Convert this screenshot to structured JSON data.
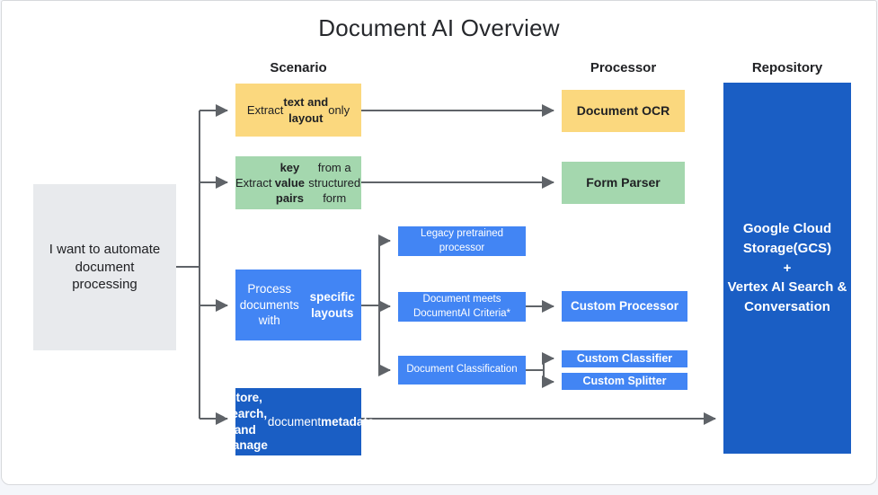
{
  "title": "Document AI Overview",
  "columns": {
    "scenario": "Scenario",
    "processor": "Processor",
    "repository": "Repository"
  },
  "colors": {
    "scenario_yellow": "#FBD87E",
    "scenario_green": "#A4D7AE",
    "medium_blue": "#4285F4",
    "dark_blue": "#1A5EC4",
    "gray_box": "#E8EAED",
    "connector_gray": "#5F6368"
  },
  "nodes": {
    "start": {
      "label": "I want to automate\ndocument\nprocessing"
    },
    "extract_text": {
      "rich": [
        {
          "t": "Extract "
        },
        {
          "t": "text and\nlayout",
          "b": true
        },
        {
          "t": " only"
        }
      ]
    },
    "extract_kv": {
      "rich": [
        {
          "t": "Extract "
        },
        {
          "t": "key value\npairs",
          "b": true
        },
        {
          "t": " from a\nstructured form"
        }
      ]
    },
    "specific_layouts": {
      "rich": [
        {
          "t": "Process documents\nwith "
        },
        {
          "t": "specific layouts",
          "b": true
        }
      ]
    },
    "store_manage": {
      "rich": [
        {
          "t": "Store, Search, and\nManage",
          "b": true
        },
        {
          "t": " document\n"
        },
        {
          "t": "metadata",
          "b": true
        }
      ]
    },
    "legacy": {
      "label": "Legacy pretrained\nprocessor"
    },
    "criteria": {
      "label": "Document meets\nDocumentAI Criteria*"
    },
    "classification": {
      "label": "Document Classification"
    },
    "document_ocr": {
      "label": "Document OCR"
    },
    "form_parser": {
      "label": "Form Parser"
    },
    "custom_processor": {
      "label": "Custom Processor"
    },
    "custom_classifier": {
      "label": "Custom Classifier"
    },
    "custom_splitter": {
      "label": "Custom Splitter"
    },
    "repository": {
      "label": "Google Cloud\nStorage(GCS)\n+\nVertex AI Search &\nConversation"
    }
  }
}
